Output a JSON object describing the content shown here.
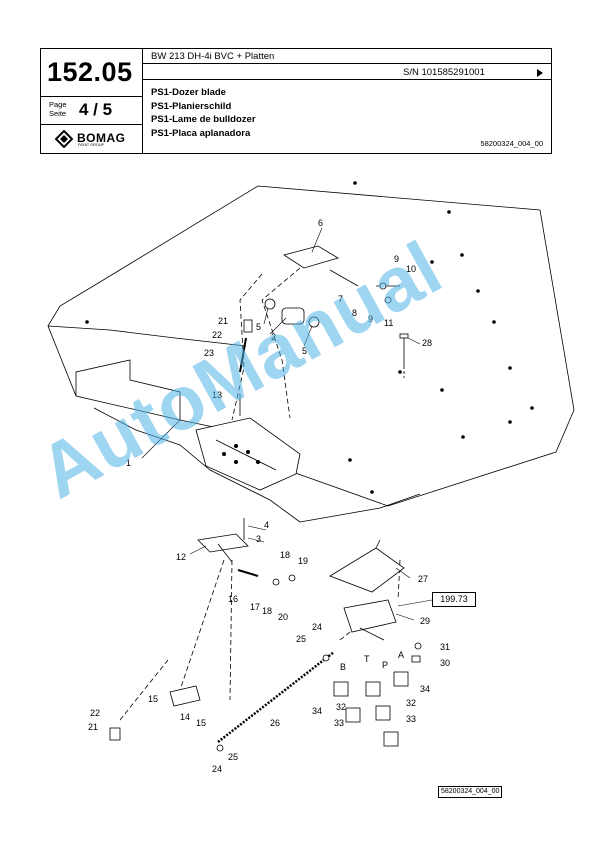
{
  "header": {
    "page_number": "152.05",
    "page_label": "Page\nSeite",
    "page_value": "4 / 5",
    "model": "BW 213 DH-4i BVC + Platten",
    "serial": "S/N 101585291001",
    "titles": [
      "PS1-Dozer blade",
      "PS1-Planierschild",
      "PS1-Lame de bulldozer",
      "PS1-Placa aplanadora"
    ],
    "doc_ref": "58200324_004_00",
    "logo_text": "BOMAG",
    "logo_sub": "FAYAT GROUP"
  },
  "drawing": {
    "callouts": {
      "c1": "1",
      "c2": "2",
      "c3": "3",
      "c4": "4",
      "c5a": "5",
      "c5b": "5",
      "c6": "6",
      "c7": "7",
      "c8": "8",
      "c9a": "9",
      "c9b": "9",
      "c10": "10",
      "c11": "11",
      "c12": "12",
      "c13": "13",
      "c14": "14",
      "c15a": "15",
      "c15b": "15",
      "c16": "16",
      "c17": "17",
      "c18a": "18",
      "c18b": "18",
      "c19": "19",
      "c20": "20",
      "c21a": "21",
      "c21b": "21",
      "c22a": "22",
      "c22b": "22",
      "c23": "23",
      "c24a": "24",
      "c24b": "24",
      "c25a": "25",
      "c25b": "25",
      "c26": "26",
      "c27": "27",
      "c28": "28",
      "c29": "29",
      "c30": "30",
      "c31": "31",
      "c32a": "32",
      "c32b": "32",
      "c33a": "33",
      "c33b": "33",
      "c34a": "34",
      "c34b": "34",
      "portB": "B",
      "portT": "T",
      "portP": "P",
      "portA": "A"
    },
    "reference_box": "199.73",
    "footer_ref": "58200324_004_00"
  },
  "watermark": "AutoManual"
}
